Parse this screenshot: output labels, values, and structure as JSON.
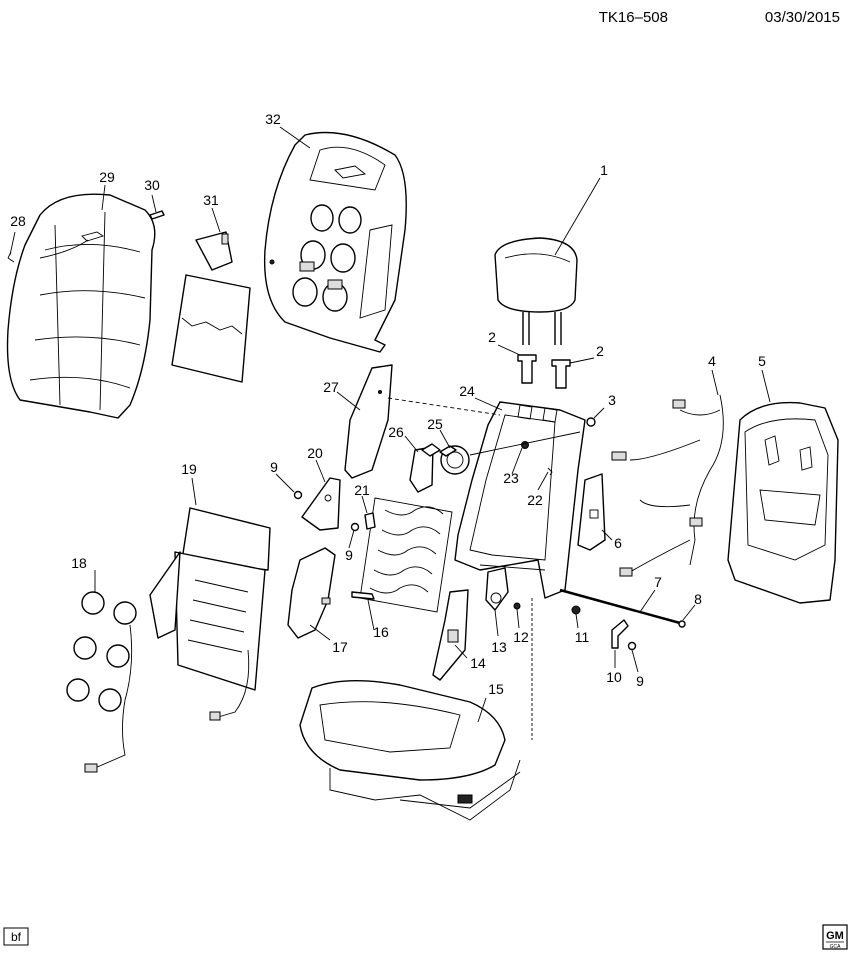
{
  "header": {
    "diagram_code": "TK16–508",
    "date": "03/30/2015"
  },
  "footer": {
    "author_tag": "bf",
    "logo_text_top": "GM",
    "logo_text_bottom": "GCA"
  },
  "labels": [
    "1",
    "2",
    "2",
    "3",
    "4",
    "5",
    "6",
    "7",
    "8",
    "9",
    "9",
    "9",
    "10",
    "11",
    "12",
    "13",
    "14",
    "15",
    "16",
    "17",
    "18",
    "19",
    "20",
    "21",
    "22",
    "23",
    "24",
    "25",
    "26",
    "27",
    "28",
    "29",
    "30",
    "31",
    "32"
  ]
}
